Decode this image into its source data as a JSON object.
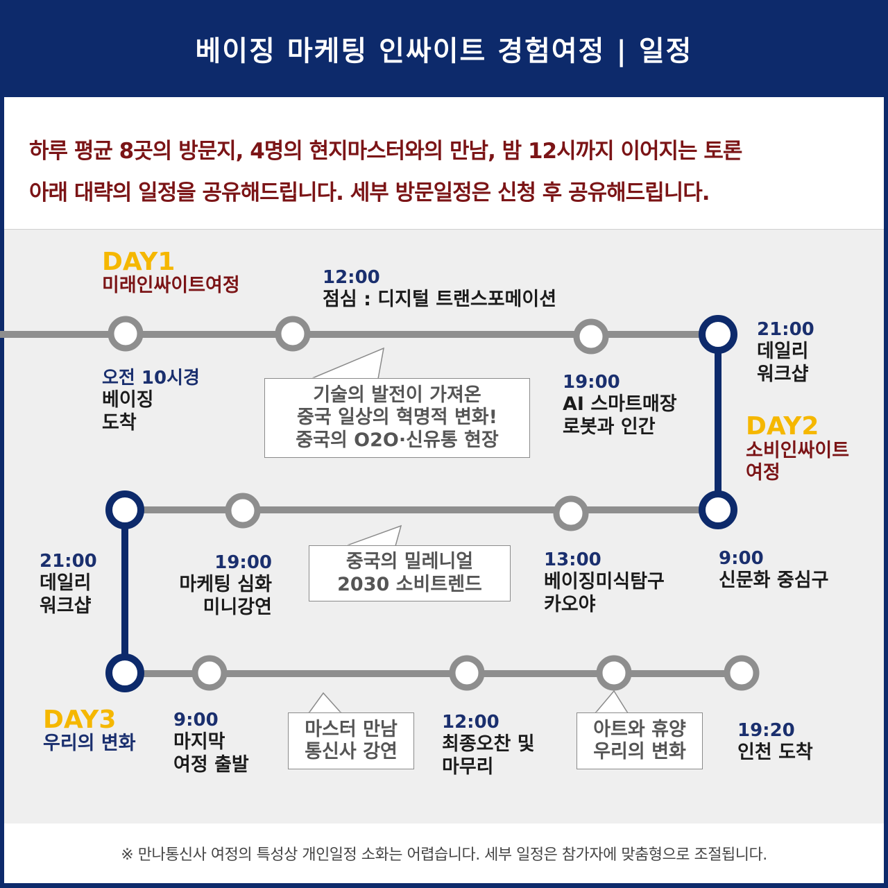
{
  "header": {
    "title": "베이징 마케팅 인싸이트 경험여정 | 일정"
  },
  "intro": {
    "line1": "하루 평균 8곳의 방문지, 4명의 현지마스터와의 만남, 밤 12시까지 이어지는 토론",
    "line2": "아래 대략의 일정을 공유해드립니다. 세부 방문일정은 신청 후 공유해드립니다."
  },
  "day1": {
    "title": "DAY1",
    "subtitle": "미래인싸이트여정"
  },
  "day2": {
    "title": "DAY2",
    "subtitle_l1": "소비인싸이트",
    "subtitle_l2": "여정"
  },
  "day3": {
    "title": "DAY3",
    "subtitle": "우리의 변화"
  },
  "stops": {
    "d1_arrive": {
      "time": "오전 10시경",
      "l1": "베이징",
      "l2": "도착"
    },
    "d1_lunch": {
      "time": "12:00",
      "l1": "점심 : 디지털 트랜스포메이션"
    },
    "d1_ai": {
      "time": "19:00",
      "l1": "AI 스마트매장",
      "l2": "로봇과 인간"
    },
    "d1_workshop": {
      "time": "21:00",
      "l1": "데일리",
      "l2": "워크샵"
    },
    "d2_start": {
      "time": "9:00",
      "l1": "신문화 중심구"
    },
    "d2_food": {
      "time": "13:00",
      "l1": "베이징미식탐구",
      "l2": "카오야"
    },
    "d2_lecture": {
      "time": "19:00",
      "l1": "마케팅 심화",
      "l2": "미니강연"
    },
    "d2_workshop": {
      "time": "21:00",
      "l1": "데일리",
      "l2": "워크샵"
    },
    "d3_depart": {
      "time": "9:00",
      "l1": "마지막",
      "l2": "여정 출발"
    },
    "d3_lunch": {
      "time": "12:00",
      "l1": "최종오찬 및",
      "l2": "마무리"
    },
    "d3_arrive": {
      "time": "19:20",
      "l1": "인천 도착"
    }
  },
  "bubbles": {
    "tech": {
      "l1": "기술의 발전이 가져온",
      "l2": "중국 일상의 혁명적 변화!",
      "l3": "중국의 O2O·신유통 현장"
    },
    "millennial": {
      "l1": "중국의 밀레니얼",
      "l2": "2030 소비트렌드"
    },
    "master": {
      "l1": "마스터 만남",
      "l2": "통신사 강연"
    },
    "art": {
      "l1": "아트와 휴양",
      "l2": "우리의 변화"
    }
  },
  "footer": {
    "note": "※ 만나통신사 여정의 특성상 개인일정 소화는 어렵습니다. 세부 일정은 참가자에 맞춤형으로 조절됩니다."
  },
  "colors": {
    "navy": "#0d2a6b",
    "gray_route": "#8e8e8e",
    "accent_yellow": "#f5b700",
    "accent_red": "#7b1416"
  }
}
